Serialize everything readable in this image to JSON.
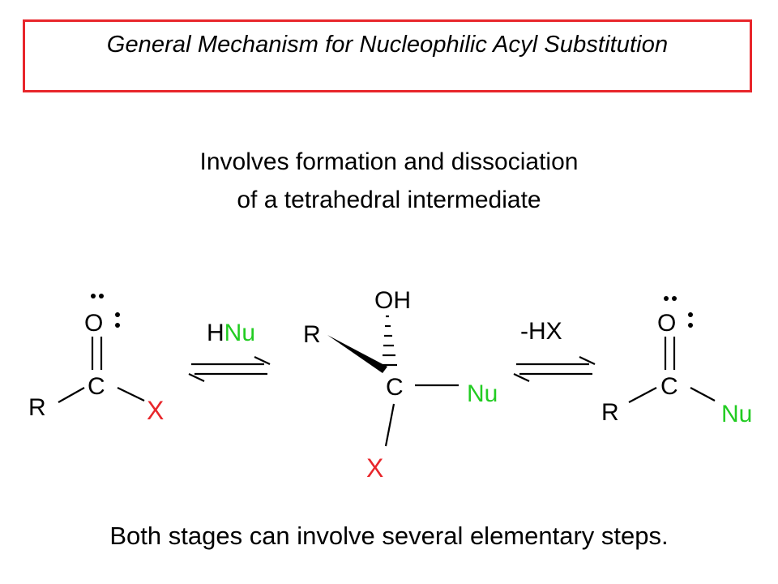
{
  "title": "General Mechanism for Nucleophilic Acyl Substitution",
  "subtitle_line1": "Involves formation and dissociation",
  "subtitle_line2": "of a tetrahedral intermediate",
  "footer": "Both stages can involve several elementary steps.",
  "colors": {
    "border": "#e8262b",
    "green": "#22cc22",
    "red": "#e8262b",
    "black": "#000000"
  },
  "reactant": {
    "oxygen": "O",
    "carbon": "C",
    "r_group": "R",
    "leaving_group": "X"
  },
  "step1": {
    "reagent_h": "H",
    "reagent_nu": "Nu"
  },
  "intermediate": {
    "hydroxyl": "OH",
    "r_group": "R",
    "carbon": "C",
    "nucleophile": "Nu",
    "leaving_group": "X"
  },
  "step2": {
    "label": "-HX"
  },
  "product": {
    "oxygen": "O",
    "carbon": "C",
    "r_group": "R",
    "nucleophile": "Nu"
  }
}
